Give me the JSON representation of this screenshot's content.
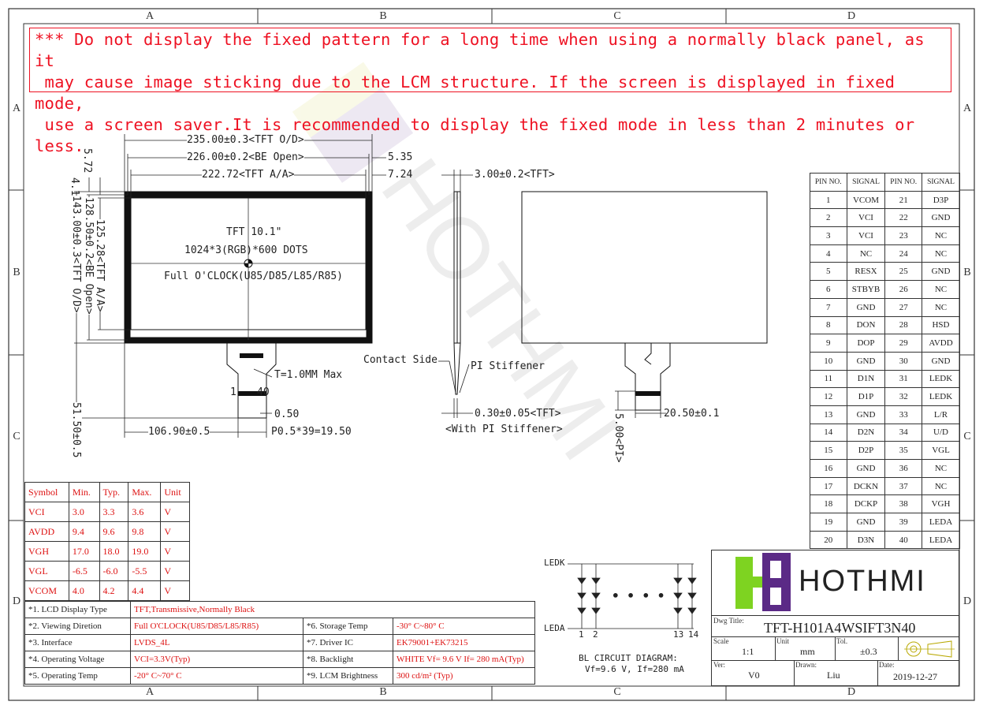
{
  "grid": {
    "cols_top": [
      "A",
      "B",
      "C",
      "D"
    ],
    "cols_bottom": [
      "A",
      "B",
      "C",
      "D"
    ],
    "rows_left": [
      "A",
      "B",
      "C",
      "D"
    ],
    "rows_right": [
      "A",
      "B",
      "C",
      "D"
    ]
  },
  "warning": "*** Do not display the fixed pattern for a long time when using a normally black panel, as it\n may cause image sticking due to the LCM structure. If the screen is displayed in fixed mode,\n use a screen saver.It is recommended to display the fixed mode in less than 2 minutes or less.",
  "dims": {
    "tft_od_w": "235.00±0.3<TFT O/D>",
    "be_open_w": "226.00±0.2<BE Open>",
    "tft_aa_w": "222.72<TFT A/A>",
    "r_535": "5.35",
    "r_724": "7.24",
    "v_572": "5.72",
    "v_415": "4.15",
    "thick": "3.00±0.2<TFT>",
    "h_od": "143.00±0.3<TFT O/D>",
    "h_be": "128.50±0.2<BE Open>",
    "h_aa": "125.28<TFT A/A>",
    "tft_size": "TFT 10.1\"",
    "resolution": "1024*3(RGB)*600 DOTS",
    "view": "Full O'CLOCK(U85/D85/L85/R85)",
    "tmax": "T=1.0MM Max",
    "pin1": "1",
    "pin40": "40",
    "d050": "0.50",
    "d10690": "106.90±0.5",
    "pitch": "P0.5*39=19.50",
    "d5150": "51.50±0.5",
    "contact": "Contact Side",
    "pi": "PI Stiffener",
    "fpc_t": "0.30±0.05<TFT>",
    "with_pi": "<With PI Stiffener>",
    "d500": "5.00<PI>",
    "d2050": "20.50±0.1"
  },
  "pin_table": {
    "headers": [
      "PIN NO.",
      "SIGNAL",
      "PIN NO.",
      "SIGNAL"
    ],
    "rows": [
      [
        "1",
        "VCOM",
        "21",
        "D3P"
      ],
      [
        "2",
        "VCI",
        "22",
        "GND"
      ],
      [
        "3",
        "VCI",
        "23",
        "NC"
      ],
      [
        "4",
        "NC",
        "24",
        "NC"
      ],
      [
        "5",
        "RESX",
        "25",
        "GND"
      ],
      [
        "6",
        "STBYB",
        "26",
        "NC"
      ],
      [
        "7",
        "GND",
        "27",
        "NC"
      ],
      [
        "8",
        "DON",
        "28",
        "HSD"
      ],
      [
        "9",
        "DOP",
        "29",
        "AVDD"
      ],
      [
        "10",
        "GND",
        "30",
        "GND"
      ],
      [
        "11",
        "D1N",
        "31",
        "LEDK"
      ],
      [
        "12",
        "D1P",
        "32",
        "LEDK"
      ],
      [
        "13",
        "GND",
        "33",
        "L/R"
      ],
      [
        "14",
        "D2N",
        "34",
        "U/D"
      ],
      [
        "15",
        "D2P",
        "35",
        "VGL"
      ],
      [
        "16",
        "GND",
        "36",
        "NC"
      ],
      [
        "17",
        "DCKN",
        "37",
        "NC"
      ],
      [
        "18",
        "DCKP",
        "38",
        "VGH"
      ],
      [
        "19",
        "GND",
        "39",
        "LEDA"
      ],
      [
        "20",
        "D3N",
        "40",
        "LEDA"
      ]
    ]
  },
  "spec_table": {
    "headers": [
      "Symbol",
      "Min.",
      "Typ.",
      "Max.",
      "Unit"
    ],
    "rows": [
      [
        "VCI",
        "3.0",
        "3.3",
        "3.6",
        "V"
      ],
      [
        "AVDD",
        "9.4",
        "9.6",
        "9.8",
        "V"
      ],
      [
        "VGH",
        "17.0",
        "18.0",
        "19.0",
        "V"
      ],
      [
        "VGL",
        "-6.5",
        "-6.0",
        "-5.5",
        "V"
      ],
      [
        "VCOM",
        "4.0",
        "4.2",
        "4.4",
        "V"
      ]
    ]
  },
  "info_table": [
    {
      "k1": "*1. LCD Display Type",
      "v1": "TFT,Transmissive,Normally Black",
      "k2": "",
      "v2": ""
    },
    {
      "k1": "*2. Viewing Diretion",
      "v1": "Full O'CLOCK(U85/D85/L85/R85)",
      "k2": "*6. Storage Temp",
      "v2": "-30° C~80° C"
    },
    {
      "k1": "*3. Interface",
      "v1": "LVDS_4L",
      "k2": "*7. Driver IC",
      "v2": "EK79001+EK73215"
    },
    {
      "k1": "*4. Operating Voltage",
      "v1": "VCI=3.3V(Typ)",
      "k2": "*8. Backlight",
      "v2": "WHITE Vf= 9.6 V If= 280 mA(Typ)"
    },
    {
      "k1": "*5. Operating Temp",
      "v1": "-20° C~70° C",
      "k2": "*9. LCM Brightness",
      "v2": "300 cd/m² (Typ)"
    }
  ],
  "bl": {
    "ledk": "LEDK",
    "leda": "LEDA",
    "n1": "1",
    "n2": "2",
    "n13": "13",
    "n14": "14",
    "dots": "• • • •",
    "title": "BL CIRCUIT DIAGRAM:",
    "sub": "Vf=9.6 V, If=280 mA"
  },
  "title_block": {
    "logo": "HOTHMI",
    "dwg_label": "Dwg Title:",
    "dwg": "TFT-H101A4WSIFT3N40",
    "scale_label": "Scale",
    "scale": "1:1",
    "unit_label": "Unit",
    "unit": "mm",
    "tol_label": "Tol.",
    "tol": "±0.3",
    "ver_label": "Ver:",
    "ver": "V0",
    "drawn_label": "Drawn:",
    "drawn": "Liu",
    "date_label": "Date:",
    "date": "2019-12-27"
  },
  "colors": {
    "warning": "#e01020",
    "logo_green": "#7ed321",
    "logo_purple": "#5b2a86",
    "line": "#222222"
  }
}
